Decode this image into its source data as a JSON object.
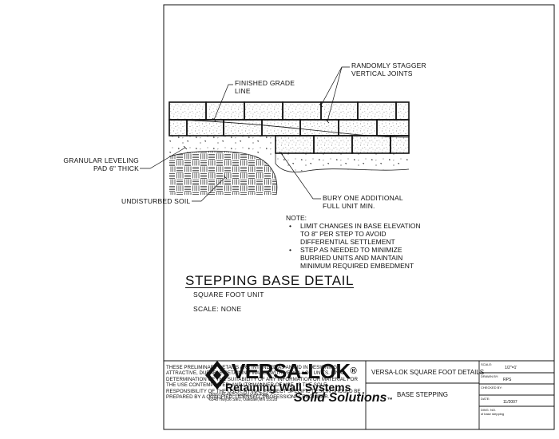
{
  "drawing": {
    "labels": {
      "stagger": [
        "RANDOMLY STAGGER",
        "VERTICAL JOINTS"
      ],
      "grade": [
        "FINISHED GRADE",
        "LINE"
      ],
      "pad": [
        "GRANULAR LEVELING",
        "PAD 6\" THICK"
      ],
      "soil": "UNDISTURBED SOIL",
      "bury": [
        "BURY ONE ADDITIONAL",
        "FULL UNIT MIN."
      ]
    },
    "note": {
      "heading": "NOTE:",
      "items": [
        [
          "LIMIT CHANGES IN BASE ELEVATION",
          "TO 8\" PER STEP TO AVOID",
          "DIFFERENTIAL SETTLEMENT"
        ],
        [
          "STEP AS NEEDED TO MINIMIZE",
          "BURRIED UNITS AND MAINTAIN",
          "MINIMUM REQUIRED EMBEDMENT"
        ]
      ],
      "bullet": "•"
    },
    "title": "STEPPING BASE DETAIL",
    "subtitle": "SQUARE FOOT UNIT",
    "scale": "SCALE: NONE"
  },
  "title_block": {
    "disclaimer": "THESE PRELIMINARY DETAILS ARE INTENDED AS AN AID IN DESIGNING ATTRACTIVE, DURABLE RETAINING WALLS WITH VERSA-LOK UNITS. FINAL DETERMINATION OF THE SUITABILITY OF ANY INFORMATION OR MATERIAL FOR THE USE CONTEMPLATED, AND ITS MANNER OF USE, IS THE SOLE RESPONSIBILITY OF THE USER. A FINAL PROJECT SPECIFIC DESIGN SHOULD BE PREPARED BY A QUALIFIED, LICENSED, PROFESSIONAL ENGINEER.",
    "logo": {
      "brand": "VERSA-LOK",
      "reg": "®",
      "tagline": "Retaining Wall Systems",
      "phone": "(800)770-4525 fax(651)770-4089",
      "address": "6348 Hwy36 Ste1, Oakdale,MN 55128",
      "slogan": "Solid Solutions",
      "tm": "™"
    },
    "sheet_title": "VERSA-LOK SQUARE FOOT DETAILS",
    "sheet_subtitle": "BASE STEPPING",
    "fields": {
      "scale_label": "SCALE:",
      "scale_value": "1/2\"=1'",
      "drawn_label": "DRAWN BY:",
      "drawn_value": "RPS",
      "checked_label": "CHECKED BY:",
      "checked_value": "",
      "date_label": "DATE:",
      "date_value": "11/2007",
      "file_label": "DWG. NO.",
      "file_value": "sf base stepping"
    }
  }
}
